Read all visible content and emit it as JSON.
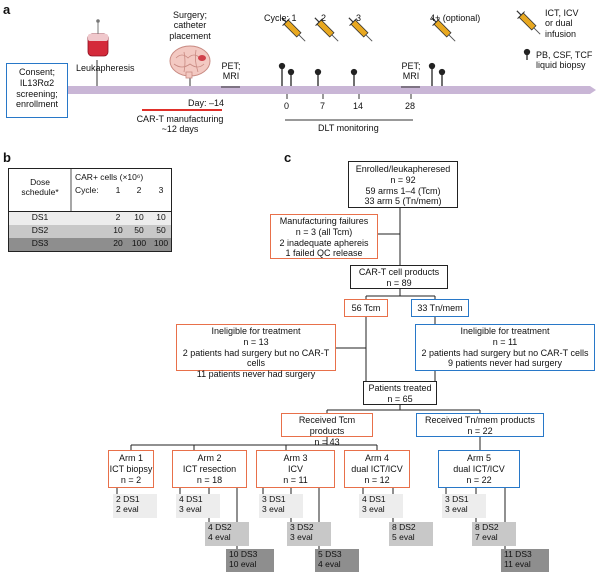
{
  "panel_a": {
    "label": "a",
    "consent_box": [
      "Consent;",
      "IL13Rα2",
      "screening;",
      "enrollment"
    ],
    "leukapheresis": "Leukapheresis",
    "surgery": [
      "Surgery;",
      "catheter",
      "placement"
    ],
    "pet_mri_1": [
      "PET;",
      "MRI"
    ],
    "pet_mri_2": [
      "PET;",
      "MRI"
    ],
    "cycle_labels": [
      "Cycle: 1",
      "2",
      "3",
      "4+ (optional)"
    ],
    "day_label": "Day: –14",
    "day_ticks": [
      "0",
      "7",
      "14",
      "28"
    ],
    "manufacturing": [
      "CAR-T manufacturing",
      "~12 days"
    ],
    "dlt": "DLT monitoring",
    "legend_infusion": [
      "ICT, ICV",
      "or dual",
      "infusion"
    ],
    "legend_biopsy": [
      "PB, CSF, TCF",
      "liquid biopsy"
    ],
    "colors": {
      "arrow": "#c9b6d6",
      "manufacturing_line": "#e0302a",
      "consent_border": "#2878c8",
      "syringe_fluid": "#e8a820"
    }
  },
  "panel_b": {
    "label": "b",
    "header_left": [
      "Dose",
      "schedule*"
    ],
    "header_right": "CAR+ cells (×10⁶)",
    "cycle_row": [
      "Cycle:",
      "1",
      "2",
      "3"
    ],
    "rows": [
      {
        "name": "DS1",
        "values": [
          "2",
          "10",
          "10"
        ]
      },
      {
        "name": "DS2",
        "values": [
          "10",
          "50",
          "50"
        ]
      },
      {
        "name": "DS3",
        "values": [
          "20",
          "100",
          "100"
        ]
      }
    ]
  },
  "panel_c": {
    "label": "c",
    "enrolled": [
      "Enrolled/leukapheresed",
      "n = 92",
      "59 arms 1–4 (Tcm)",
      "33 arm 5 (Tn/mem)"
    ],
    "failures": [
      "Manufacturing failures",
      "n = 3 (all Tcm)",
      "2 inadequate apherеis",
      "1 failed QC release"
    ],
    "products": [
      "CAR-T cell products",
      "n = 89"
    ],
    "tcm": "56 Tcm",
    "tnmem": "33 Tn/mem",
    "inelig_left": [
      "Ineligible for treatment",
      "n = 13",
      "2 patients had surgery but no CAR-T cells",
      "11 patients never had surgery"
    ],
    "inelig_right": [
      "Ineligible for treatment",
      "n = 11",
      "2 patients had surgery but no CAR-T cells",
      "9 patients never had surgery"
    ],
    "treated": [
      "Patients treated",
      "n = 65"
    ],
    "recv_tcm": [
      "Received Tcm products",
      "n = 43"
    ],
    "recv_tn": [
      "Received Tn/mem products",
      "n = 22"
    ],
    "arms": [
      {
        "lines": [
          "Arm 1",
          "ICT biopsy",
          "n = 2"
        ]
      },
      {
        "lines": [
          "Arm 2",
          "ICT resection",
          "n = 18"
        ]
      },
      {
        "lines": [
          "Arm 3",
          "ICV",
          "n = 11"
        ]
      },
      {
        "lines": [
          "Arm 4",
          "dual ICT/ICV",
          "n = 12"
        ]
      },
      {
        "lines": [
          "Arm 5",
          "dual ICT/ICV",
          "n = 22"
        ]
      }
    ],
    "ds_boxes": [
      [
        "2 DS1",
        "2 eval"
      ],
      [
        "4 DS1",
        "3 eval"
      ],
      [
        "4 DS2",
        "4 eval"
      ],
      [
        "10 DS3",
        "10 eval"
      ],
      [
        "3 DS1",
        "3 eval"
      ],
      [
        "3 DS2",
        "3 eval"
      ],
      [
        "5 DS3",
        "4 eval"
      ],
      [
        "4 DS1",
        "3 eval"
      ],
      [
        "8 DS2",
        "5 eval"
      ],
      [
        "3 DS1",
        "3 eval"
      ],
      [
        "8 DS2",
        "7 eval"
      ],
      [
        "11 DS3",
        "11 eval"
      ]
    ]
  }
}
